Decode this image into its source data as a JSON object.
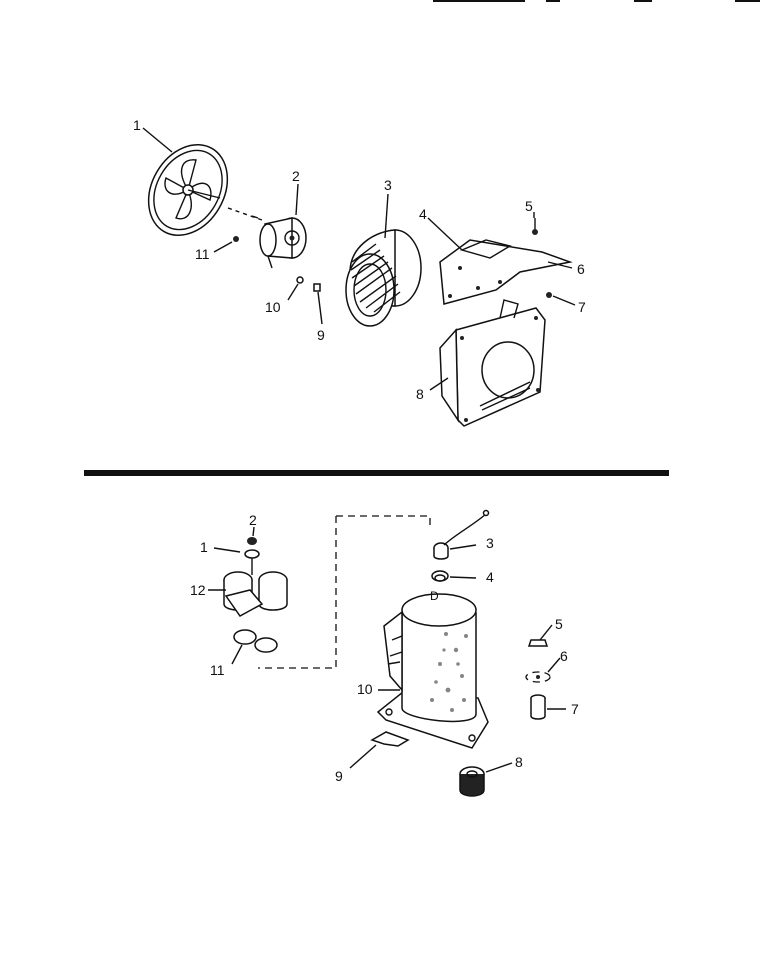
{
  "upper_assembly": {
    "callouts": {
      "c1": "1",
      "c2": "2",
      "c3": "3",
      "c4": "4",
      "c5": "5",
      "c6": "6",
      "c7": "7",
      "c8": "8",
      "c9": "9",
      "c10": "10",
      "c11": "11"
    }
  },
  "lower_assembly": {
    "callouts": {
      "c1": "1",
      "c2": "2",
      "c3": "3",
      "c4": "4",
      "c5": "5",
      "c6": "6",
      "c7": "7",
      "c8": "8",
      "c9": "9",
      "c10": "10",
      "c11": "11",
      "c12": "12"
    }
  }
}
